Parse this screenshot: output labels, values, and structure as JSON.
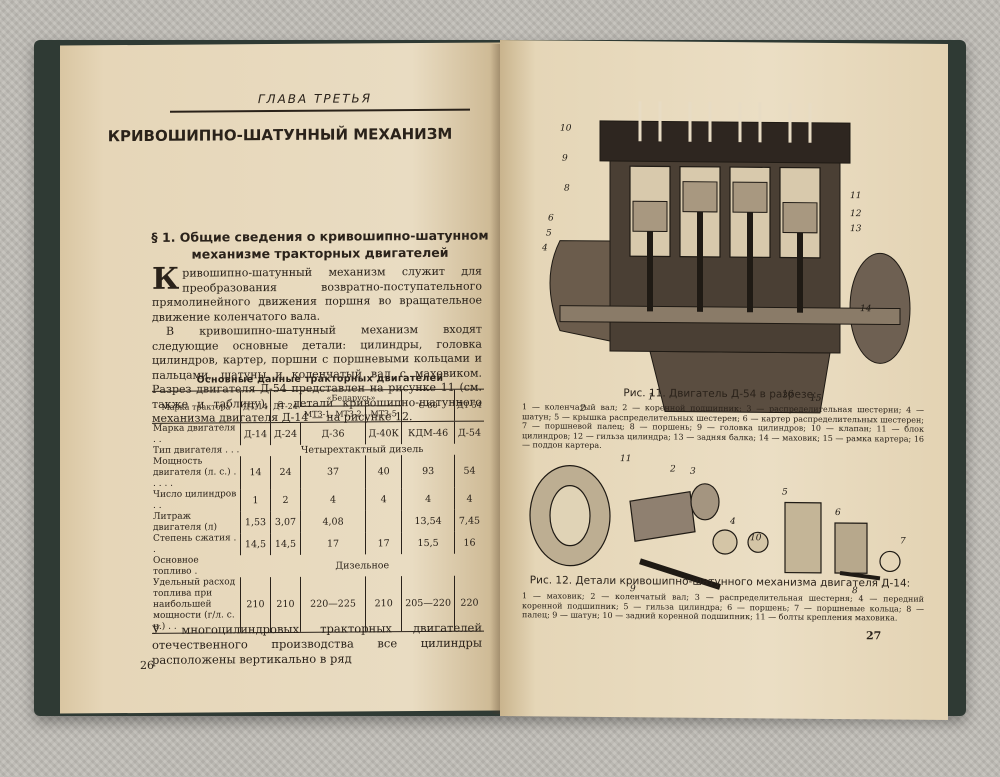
{
  "left_page": {
    "running_head": "ГЛАВА ТРЕТЬЯ",
    "chapter_title": "КРИВОШИПНО-ШАТУННЫЙ МЕХАНИЗМ",
    "section_title": "§ 1. Общие сведения о кривошипно-шатунном механизме тракторных двигателей",
    "dropcap": "К",
    "paragraph_1": "ривошипно-шатунный механизм служит для преобразования возвратно-поступательного прямолинейного движения поршня во вращательное движение коленчатого вала.",
    "paragraph_2": "В кривошипно-шатунный механизм входят следующие основные детали: цилиндры, головка цилиндров, картер, поршни с поршневыми кольцами и пальцами, шатуны и коленчатый вал с маховиком. Разрез двигателя Д-54 представлен на рисунке 11 (см. также и таблицу), а детали кривошипно-шатунного механизма двигателя Д-14 — на рисунке 12.",
    "table_caption": "Основные данные тракторных двигателей",
    "table": {
      "header_label": "Марка трактора",
      "belarus_header": "«Беларусь»",
      "columns": [
        "ДТ-14",
        "ДТ-24",
        "МТЗ-1, МТЗ-2",
        "МТЗ-5",
        "С-80",
        "ДТ-54"
      ],
      "row_engine_label": "Марка двигателя . .",
      "row_engine": [
        "Д-14",
        "Д-24",
        "Д-36",
        "Д-40К",
        "КДМ-46",
        "Д-54"
      ],
      "row_type_label": "Тип двигателя . . .",
      "row_type_value": "Четырехтактный дизель",
      "row_power_label": "Мощность двигателя (л. с.) . . . . .",
      "row_power": [
        "14",
        "24",
        "37",
        "40",
        "93",
        "54"
      ],
      "row_cyl_label": "Число цилиндров . .",
      "row_cyl": [
        "1",
        "2",
        "4",
        "4",
        "4",
        "4"
      ],
      "row_liter_label": "Литраж двигателя (л)",
      "row_liter": [
        "1,53",
        "3,07",
        "4,08",
        "",
        "13,54",
        "7,45"
      ],
      "row_compr_label": "Степень сжатия . .",
      "row_compr": [
        "14,5",
        "14,5",
        "17",
        "17",
        "15,5",
        "16"
      ],
      "row_fuel_label": "Основное топливо .",
      "row_fuel_value": "Дизельное",
      "row_cons_label": "Удельный расход топлива при наибольшей мощности (г/л. с. ч.) . .",
      "row_cons": [
        "210",
        "210",
        "220—225",
        "210",
        "205—220",
        "220"
      ]
    },
    "bottom_text": "У многоцилиндровых тракторных двигателей отечественного производства все цилиндры расположены вертикально в ряд",
    "page_number": "26"
  },
  "right_page": {
    "fig1_caption": "Рис. 11. Двигатель Д-54 в разрезе:",
    "fig1_legend": "1 — коленчатый вал; 2 — коренной подшипник; 3 — распределительная шестерни; 4 — шатун; 5 — крышка распределительных шестерен; 6 — картер распределительных шестерен; 7 — поршневой палец; 8 — поршень; 9 — головка цилиндров; 10 — клапан; 11 — блок цилиндров; 12 — гильза цилиндра; 13 — задняя балка; 14 — маховик; 15 — рамка картера; 16 — поддон картера.",
    "fig1_labels": [
      "10",
      "9",
      "8",
      "6",
      "5",
      "4",
      "11",
      "12",
      "13",
      "14",
      "15",
      "16",
      "1",
      "2"
    ],
    "fig2_caption": "Рис. 12. Детали кривошипно-шатунного механизма двигателя Д-14:",
    "fig2_legend": "1 — маховик; 2 — коленчатый вал; 3 — распределительная шестерня; 4 — передний коренной подшипник; 5 — гильза цилиндра; 6 — поршень; 7 — поршневые кольца; 8 — палец; 9 — шатун; 10 — задний коренной подшипник; 11 — болты крепления маховика.",
    "fig2_labels": [
      "11",
      "2",
      "3",
      "4",
      "10",
      "5",
      "6",
      "7",
      "8",
      "9"
    ],
    "page_number": "27"
  }
}
